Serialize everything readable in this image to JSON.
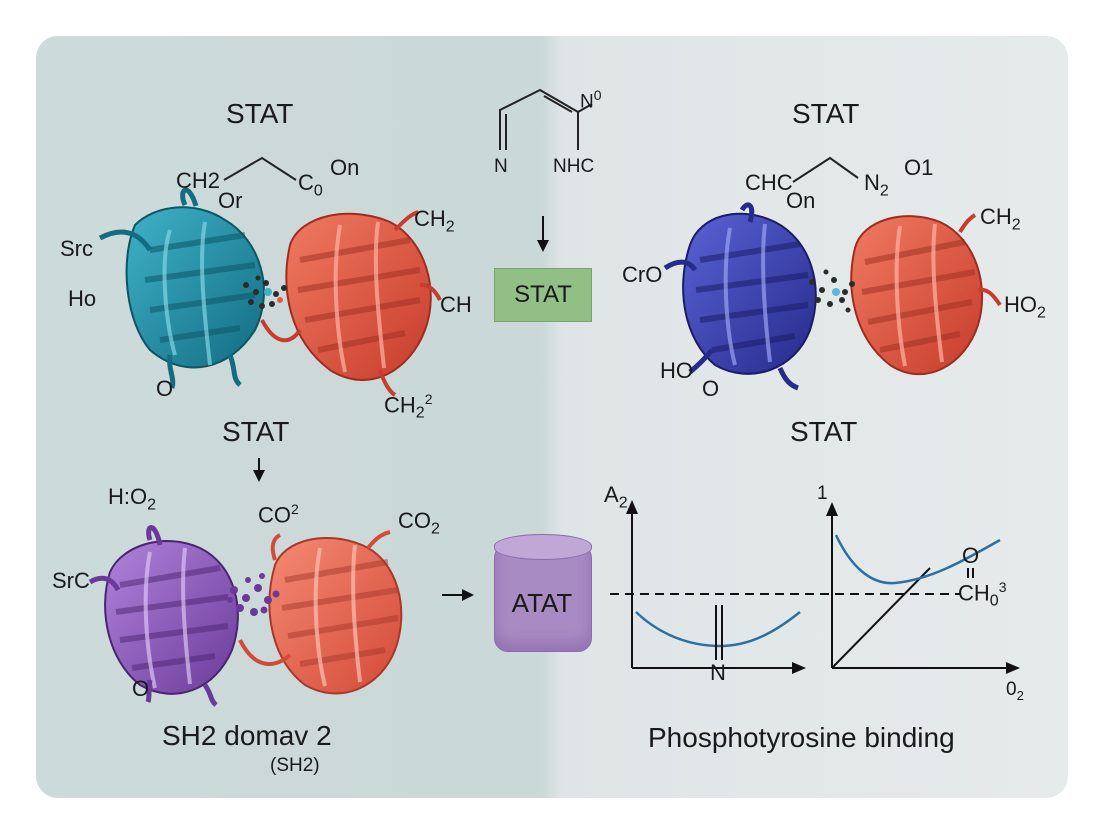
{
  "top_left": {
    "title": "STAT",
    "chem_ch2": "CH2",
    "chem_or": "Or",
    "chem_co": "C",
    "chem_co_sub": "0",
    "chem_on": "On",
    "label_src": "Src",
    "label_ho": "Ho",
    "label_o": "O",
    "label_ch2_top": "CH",
    "label_ch2_top_sub": "2",
    "label_ch": "CH",
    "label_ch2_bottom": "CH",
    "label_ch2_bottom_sup": "2"
  },
  "center_top": {
    "label_n": "N",
    "label_n0": "N",
    "label_n0_sup": "0",
    "label_nhc": "NHC",
    "box_label": "STAT",
    "box_color": "#92bf86"
  },
  "top_right": {
    "title": "STAT",
    "chem_chc": "CHC",
    "chem_on": "On",
    "chem_n2": "N",
    "chem_n2_sub": "2",
    "chem_o1": "O1",
    "label_ch2": "CH",
    "label_ch2_sub": "2",
    "label_cro": "CrO",
    "label_ho2": "HO",
    "label_ho2_sub": "2",
    "label_ho": "HO",
    "label_o": "O",
    "stat_below": "STAT"
  },
  "bottom_left": {
    "title": "STAT",
    "label_ho2": "H",
    "label_ho2_rest": "O",
    "label_ho2_sub": "2",
    "label_co2_left": "CO",
    "label_co2_left_sup": "2",
    "label_co2_right": "CO",
    "label_co2_right_sub": "2",
    "label_src": "SrC",
    "label_o": "O",
    "caption": "SH2 domav 2",
    "subcaption": "(SH2)"
  },
  "bottom_center": {
    "cylinder_label": "ATAT",
    "cylinder_color": "#a98bc4"
  },
  "bottom_right": {
    "graph1_ylabel": "A",
    "graph1_ylabel_sub": "2",
    "graph1_xmark": "N",
    "graph2_ylabel": "1",
    "graph2_xlabel": "0",
    "graph2_xlabel_sub": "2",
    "graph2_o": "O",
    "graph2_ch": "CH",
    "graph2_ch_sub": "0",
    "graph2_ch_sup": "3",
    "caption": "Phosphotyrosine binding"
  },
  "colors": {
    "teal_protein": "#1d8aa3",
    "red_protein": "#e05a45",
    "navy_protein": "#3a3fae",
    "purple_protein": "#8a56b8",
    "curve_blue": "#2b6fa6"
  }
}
